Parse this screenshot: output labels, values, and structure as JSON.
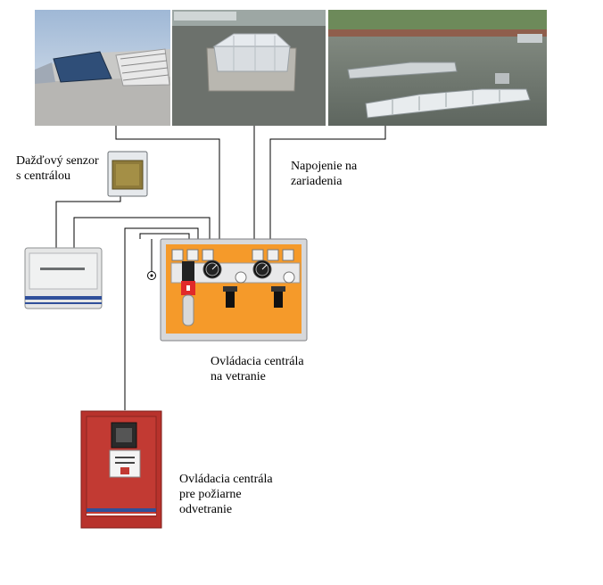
{
  "labels": {
    "rain_sensor": "Dažďový senzor\n s centrálou",
    "connection": "Napojenie na\nzariadenia",
    "vent_control": "Ovládacia centrála\nna vetranie",
    "fire_control": "Ovládacia centrála\npre požiarne\nodvetranie"
  },
  "photos": [
    {
      "name": "roof-solar-skylight-photo"
    },
    {
      "name": "roof-dome-skylight-photo"
    },
    {
      "name": "roof-strip-skylights-photo"
    }
  ],
  "colors": {
    "wire": "#000000",
    "panel_orange": "#f59a2a",
    "fire_cabinet_red": "#b8322c",
    "roof_gray": "#6f756f"
  }
}
